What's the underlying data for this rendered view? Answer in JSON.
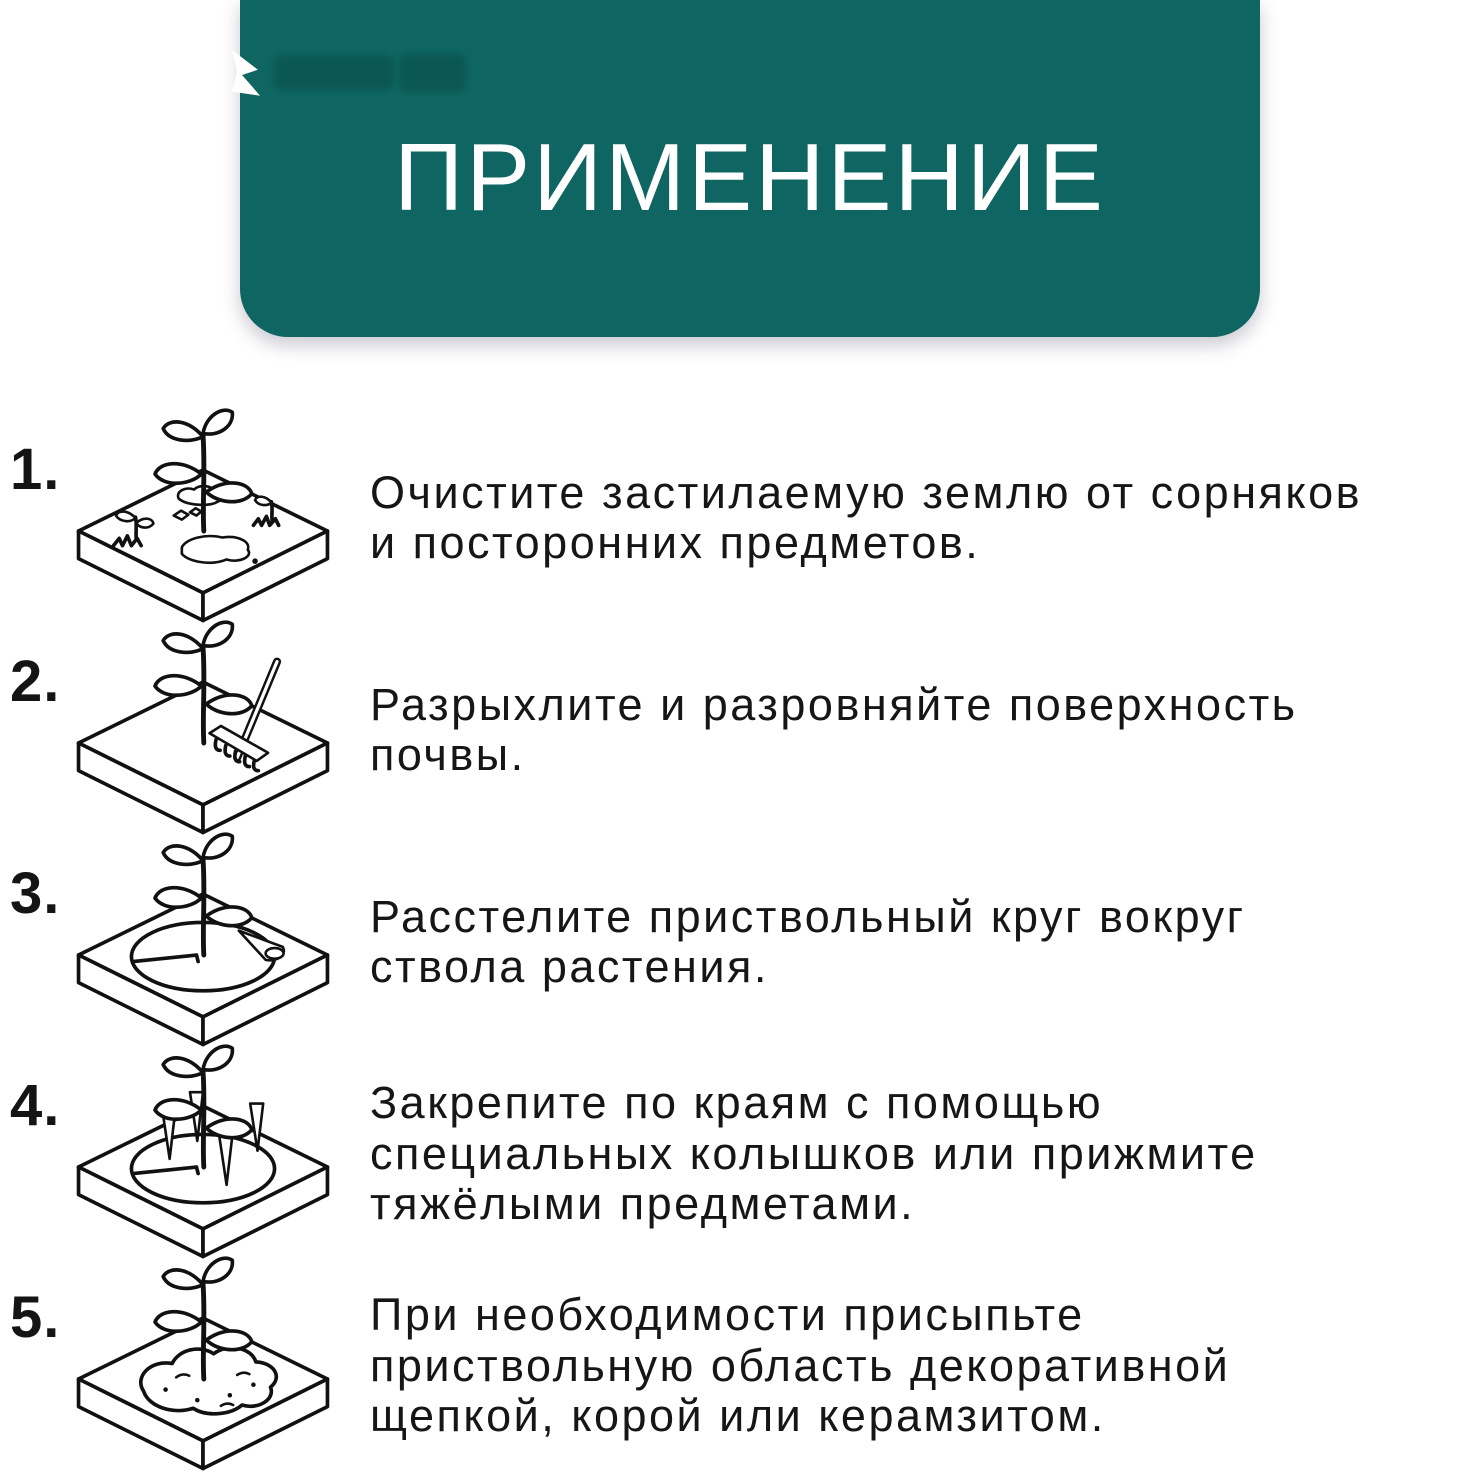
{
  "colors": {
    "banner_teal": "#0e6561",
    "background": "#ffffff",
    "text": "#161616",
    "line_art": "#111111"
  },
  "header": {
    "title": "ПРИМЕНЕНИЕ"
  },
  "steps": [
    {
      "number": "1.",
      "icon": "soil-bed-with-weeds-and-debris",
      "lines": [
        "Очистите застилаемую землю от сорняков",
        "и посторонних предметов."
      ]
    },
    {
      "number": "2.",
      "icon": "soil-bed-with-rake",
      "lines": [
        "Разрыхлите и разровняйте поверхность",
        "почвы."
      ]
    },
    {
      "number": "3.",
      "icon": "soil-bed-with-trunk-circle-mat",
      "lines": [
        "Расстелите приствольный круг вокруг",
        "ствола растения."
      ]
    },
    {
      "number": "4.",
      "icon": "soil-bed-with-mat-and-pegs",
      "lines": [
        "Закрепите по краям с помощью",
        "специальных колышков или прижмите",
        "тяжёлыми предметами."
      ]
    },
    {
      "number": "5.",
      "icon": "soil-bed-with-decorative-mulch",
      "lines": [
        "При необходимости присыпьте",
        "приствольную область декоративной",
        "щепкой, корой или керамзитом."
      ]
    }
  ]
}
